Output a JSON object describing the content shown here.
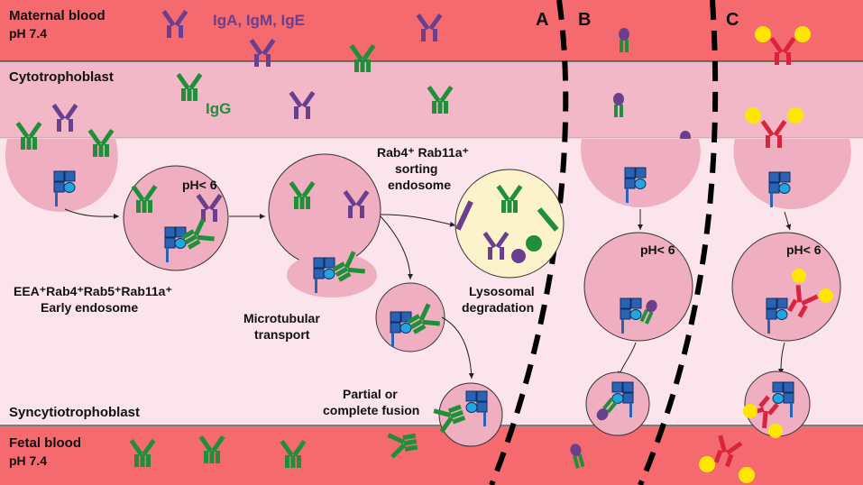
{
  "labels": {
    "maternal_blood": "Maternal blood",
    "maternal_ph": "pH 7.4",
    "iga_igm_ige": "IgA, IgM, IgE",
    "cytotrophoblast": "Cytotrophoblast",
    "igg": "IgG",
    "syncytiotrophoblast": "Syncytiotrophoblast",
    "fetal_blood": "Fetal blood",
    "fetal_ph": "pH 7.4",
    "ph_lt6": "pH< 6",
    "sorting_endosome_line1": "Rab4⁺ Rab11a⁺",
    "sorting_endosome_line2": "sorting",
    "sorting_endosome_line3": "endosome",
    "early_endosome_line1": "EEA⁺Rab4⁺Rab5⁺Rab11a⁺",
    "early_endosome_line2": "Early endosome",
    "microtubular_line1": "Microtubular",
    "microtubular_line2": "transport",
    "lysosomal_line1": "Lysosomal",
    "lysosomal_line2": "degradation",
    "fusion_line1": "Partial or",
    "fusion_line2": "complete fusion",
    "panel_a": "A",
    "panel_b": "B",
    "panel_c": "C"
  },
  "colors": {
    "blood": "#f46a6e",
    "cyto": "#f2b8c8",
    "syncytio": "#fbe4ec",
    "vesicle": "#efafc0",
    "lysosome": "#fcf2cc",
    "igg": "#1f8f3a",
    "igx": "#6a3f8e",
    "engineered": "#d9243f",
    "fcrn": "#2a63b3",
    "b2m": "#22a6e0",
    "ligand": "#ffe600"
  }
}
